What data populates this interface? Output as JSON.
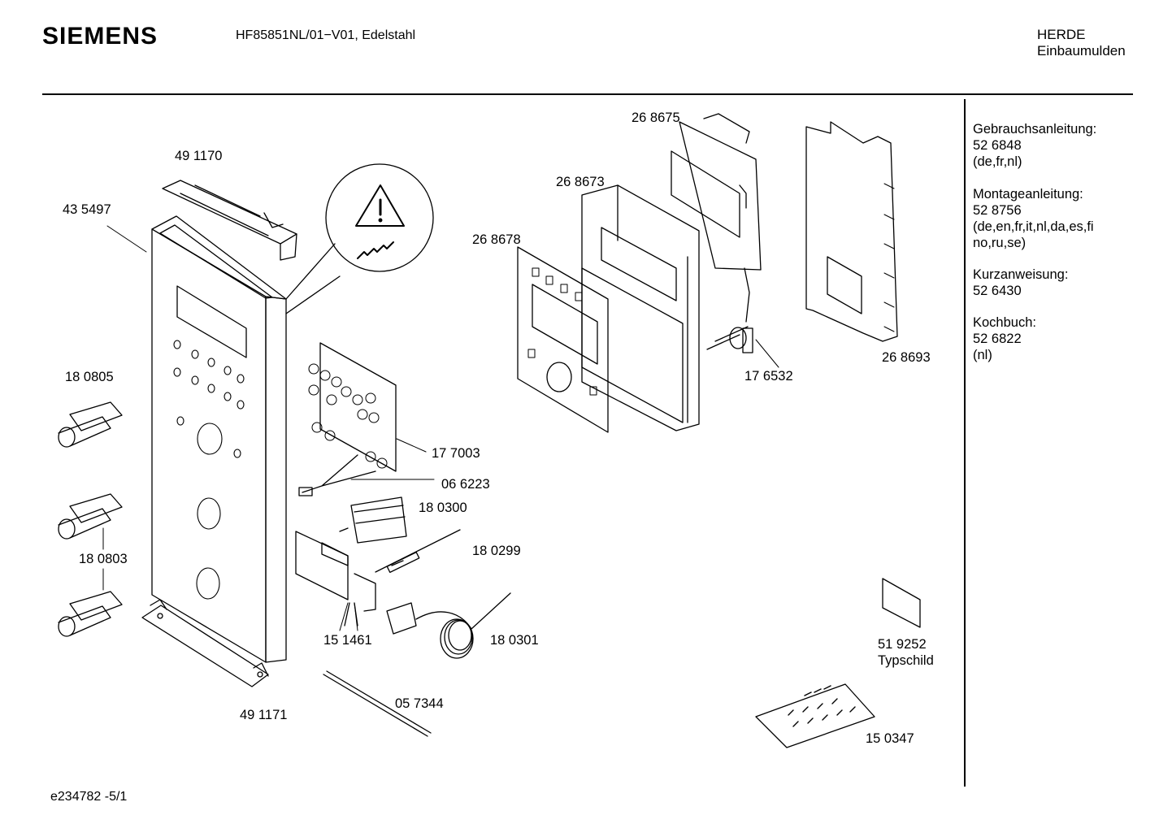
{
  "header": {
    "brand": "SIEMENS",
    "model": "HF85851NL/01−V01, Edelstahl",
    "category_line1": "HERDE",
    "category_line2": "Einbaumulden"
  },
  "part_labels": [
    "49 1170",
    "43 5497",
    "18 0805",
    "18 0803",
    "49 1171",
    "17 7003",
    "06 6223",
    "18 0300",
    "18 0299",
    "15 1461",
    "18 0301",
    "05 7344",
    "26 8675",
    "26 8673",
    "26 8678",
    "17 6532",
    "26 8693",
    "51 9252",
    "Typschild",
    "15 0347"
  ],
  "sidebar": {
    "docs": [
      {
        "title": "Gebrauchsanleitung:",
        "number": "52 6848",
        "languages": "(de,fr,nl)"
      },
      {
        "title": "Montageanleitung:",
        "number": "52 8756",
        "languages": "(de,en,fr,it,nl,da,es,fi",
        "languages2": "no,ru,se)"
      },
      {
        "title": "Kurzanweisung:",
        "number": "52 6430"
      },
      {
        "title": "Kochbuch:",
        "number": "52 6822",
        "languages": "(nl)"
      }
    ]
  },
  "footer": {
    "drawing_id": "e234782 -5/1"
  },
  "icons": [
    "warning-triangle-icon",
    "spring-icon"
  ]
}
